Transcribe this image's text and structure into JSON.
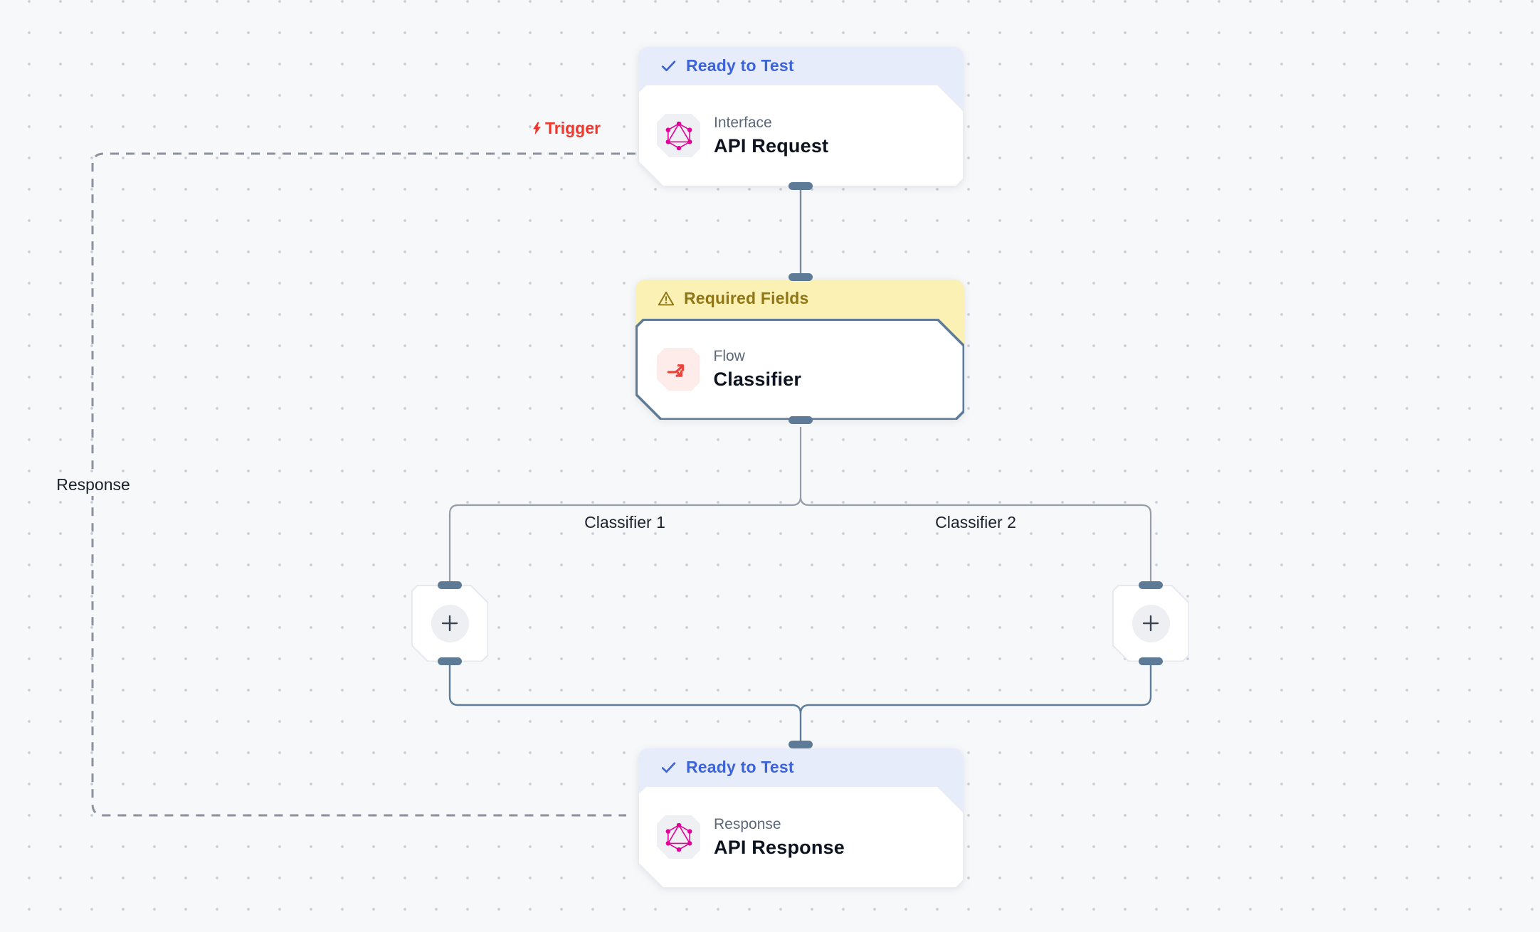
{
  "app": {
    "view": "workflow-canvas"
  },
  "nodes": {
    "api_request": {
      "status": "Ready to Test",
      "status_kind": "ready",
      "category": "Interface",
      "title": "API Request",
      "icon": "graphql-icon"
    },
    "classifier": {
      "status": "Required Fields",
      "status_kind": "warning",
      "category": "Flow",
      "title": "Classifier",
      "icon": "split-arrows-icon"
    },
    "api_response": {
      "status": "Ready to Test",
      "status_kind": "ready",
      "category": "Response",
      "title": "API Response",
      "icon": "graphql-icon"
    }
  },
  "edge_labels": {
    "trigger": "Trigger",
    "response": "Response",
    "classifier_branch_1": "Classifier 1",
    "classifier_branch_2": "Classifier 2"
  },
  "buttons": {
    "add_branch_1": "+",
    "add_branch_2": "+"
  },
  "colors": {
    "canvas_bg": "#f7f8fa",
    "grid_dot": "#c8ccd4",
    "ready_badge_bg": "#e7ecfa",
    "ready_badge_text": "#3d63d8",
    "warning_badge_bg": "#fcf1b5",
    "warning_badge_text": "#8f7513",
    "selected_node_border": "#5d7b97",
    "connection_handle": "#5d7b97",
    "graphql_pink": "#e10098",
    "flow_icon_red": "#e8443b",
    "trigger_label_red": "#ef372c",
    "edge_dashed_gray": "#8b929c",
    "edge_solid_gray": "#7e8b9a",
    "edge_merge_slate": "#5e7d9b"
  }
}
